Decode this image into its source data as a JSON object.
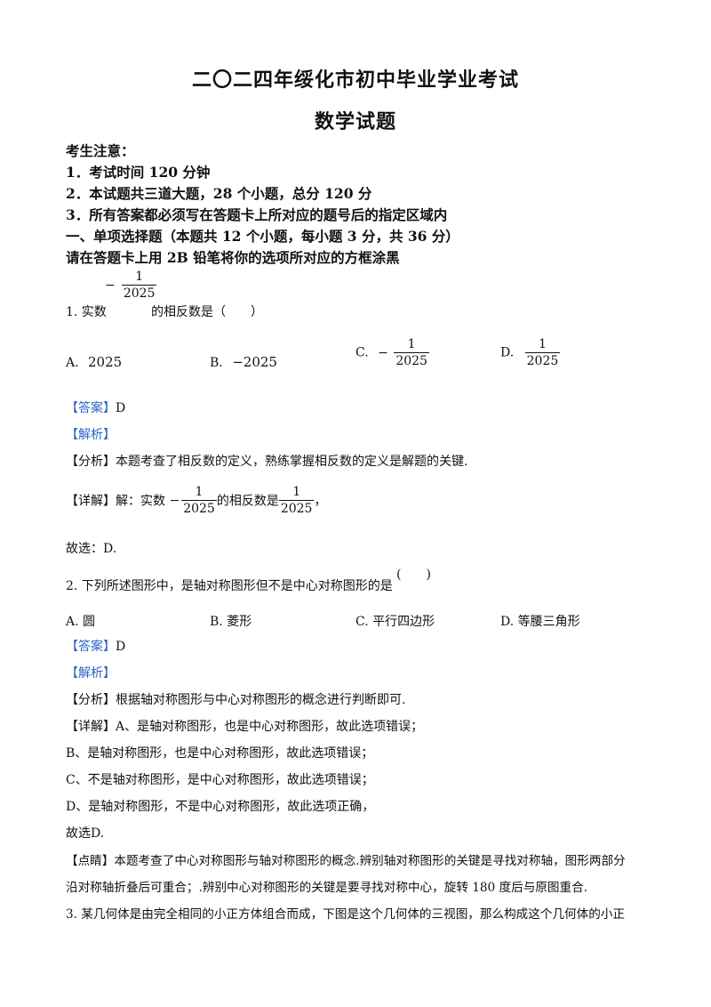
{
  "header": {
    "title": "二〇二四年绥化市初中毕业学业考试",
    "subtitle": "数学试题"
  },
  "notice": {
    "heading": "考生注意：",
    "items": [
      "1．考试时间 120 分钟",
      "2．本试题共三道大题，28 个小题，总分 120 分",
      "3．所有答案都必须写在答题卡上所对应的题号后的指定区域内"
    ]
  },
  "section1": {
    "heading": "一、单项选择题（本题共 12 个小题，每小题 3 分，共 36 分）",
    "instruction": "请在答题卡上用 2B 铅笔将你的选项所对应的方框涂黑"
  },
  "q1": {
    "prefix": "1. 实数",
    "neg": "−",
    "frac_num": "1",
    "frac_den": "2025",
    "suffix": "的相反数是（　　）",
    "options": {
      "a_label": "A.",
      "a_value": "2025",
      "b_label": "B.",
      "b_value": "−2025",
      "c_label": "C.",
      "c_neg": "−",
      "c_num": "1",
      "c_den": "2025",
      "d_label": "D.",
      "d_num": "1",
      "d_den": "2025"
    },
    "answer_tag": "【答案】",
    "answer": "D",
    "analysis_tag": "【解析】",
    "fenxi_tag": "【分析】",
    "fenxi": "本题考查了相反数的定义，熟练掌握相反数的定义是解题的关键.",
    "detail_tag": "【详解】",
    "detail_prefix": "解：实数",
    "detail_neg": "−",
    "detail_num1": "1",
    "detail_den1": "2025",
    "detail_mid": "的相反数是",
    "detail_num2": "1",
    "detail_den2": "2025",
    "detail_end": "，",
    "conclusion": "故选：D."
  },
  "q2": {
    "stem": "2. 下列所述图形中，是轴对称图形但不是中心对称图形的是",
    "paren": "(　　)",
    "options": [
      "A. 圆",
      "B. 菱形",
      "C. 平行四边形",
      "D. 等腰三角形"
    ],
    "answer_tag": "【答案】",
    "answer": "D",
    "analysis_tag": "【解析】",
    "fenxi_tag": "【分析】",
    "fenxi": "根据轴对称图形与中心对称图形的概念进行判断即可.",
    "detail_tag": "【详解】",
    "detail_lines": [
      "A、是轴对称图形，也是中心对称图形，故此选项错误；",
      "B、是轴对称图形，也是中心对称图形，故此选项错误；",
      "C、不是轴对称图形，是中心对称图形，故此选项错误；",
      "D、是轴对称图形，不是中心对称图形，故此选项正确，"
    ],
    "conclusion": "故选D.",
    "dianjing_tag": "【点睛】",
    "dianjing_line1": "本题考查了中心对称图形与轴对称图形的概念.辨别轴对称图形的关键是寻找对称轴，图形两部分",
    "dianjing_line2": "沿对称轴折叠后可重合；.辨别中心对称图形的关键是要寻找对称中心，旋转 180 度后与原图重合."
  },
  "q3": {
    "stem": "3. 某几何体是由完全相同的小正方体组合而成，下图是这个几何体的三视图，那么构成这个几何体的小正"
  }
}
